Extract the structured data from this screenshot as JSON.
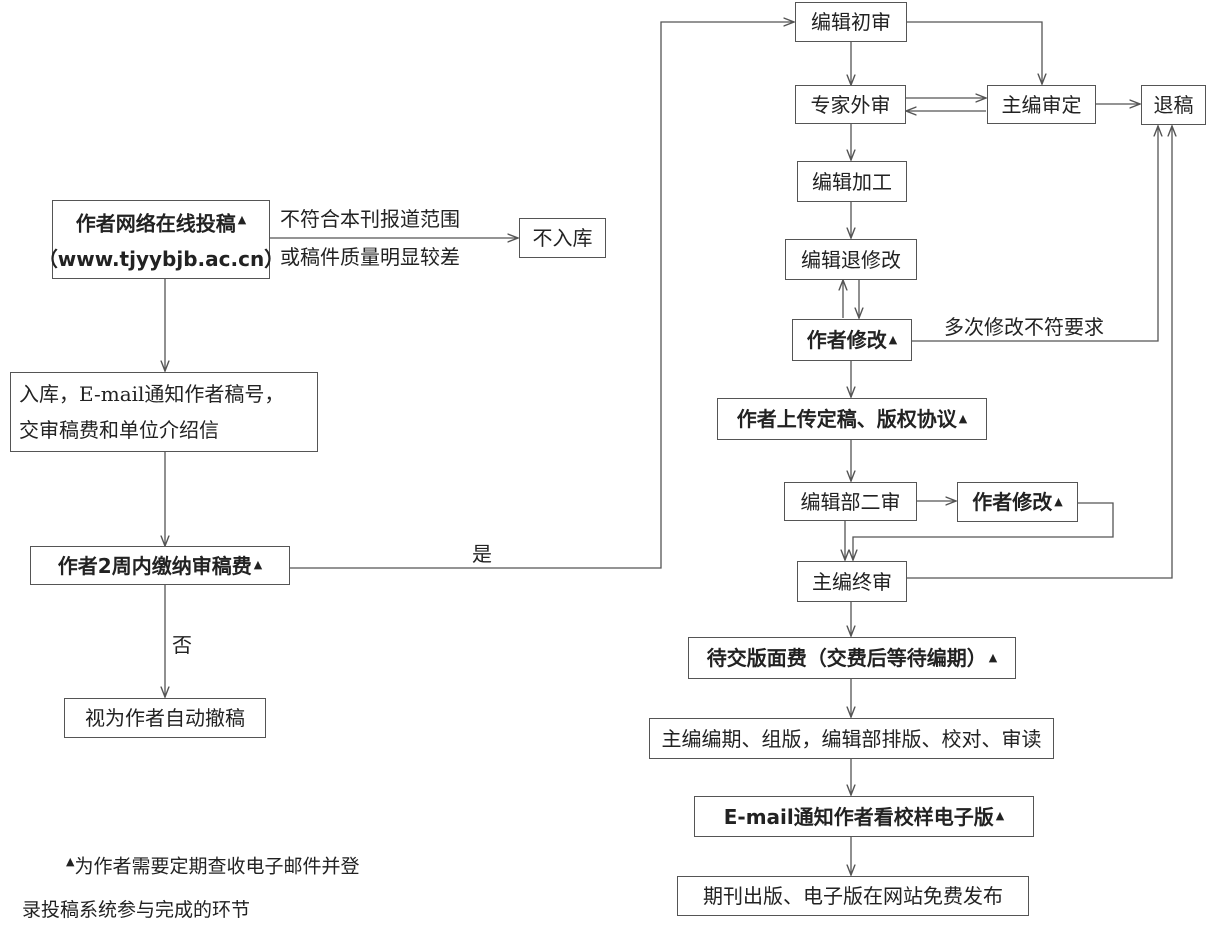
{
  "boxes": {
    "online_submit": {
      "line1": "作者网络在线投稿",
      "line2": "（www.tjyybjb.ac.cn）"
    },
    "not_stored": "不入库",
    "stored_notice": {
      "line1": "入库，E-mail通知作者稿号，",
      "line2": "交审稿费和单位介绍信"
    },
    "pay_review_fee": "作者2周内缴纳审稿费",
    "auto_withdraw": "视为作者自动撤稿",
    "editor_initial_review": "编辑初审",
    "expert_review": "专家外审",
    "chief_decision": "主编审定",
    "reject": "退稿",
    "editing": "编辑加工",
    "return_for_revision": "编辑退修改",
    "author_revise_1": "作者修改",
    "upload_final": "作者上传定稿、版权协议",
    "second_review": "编辑部二审",
    "author_revise_2": "作者修改",
    "chief_final_review": "主编终审",
    "layout_fee": "待交版面费（交费后等待编期）",
    "scheduling": "主编编期、组版，编辑部排版、校对、审读",
    "proof_notice": "E-mail通知作者看校样电子版",
    "publish": "期刊出版、电子版在网站免费发布"
  },
  "labels": {
    "out_of_scope_line1": "不符合本刊报道范围",
    "out_of_scope_line2": "或稿件质量明显较差",
    "yes": "是",
    "no": "否",
    "repeated_revision": "多次修改不符要求"
  },
  "marker": "▲",
  "footnote": {
    "line1": "为作者需要定期查收电子邮件并登",
    "line2": "录投稿系统参与完成的环节"
  }
}
